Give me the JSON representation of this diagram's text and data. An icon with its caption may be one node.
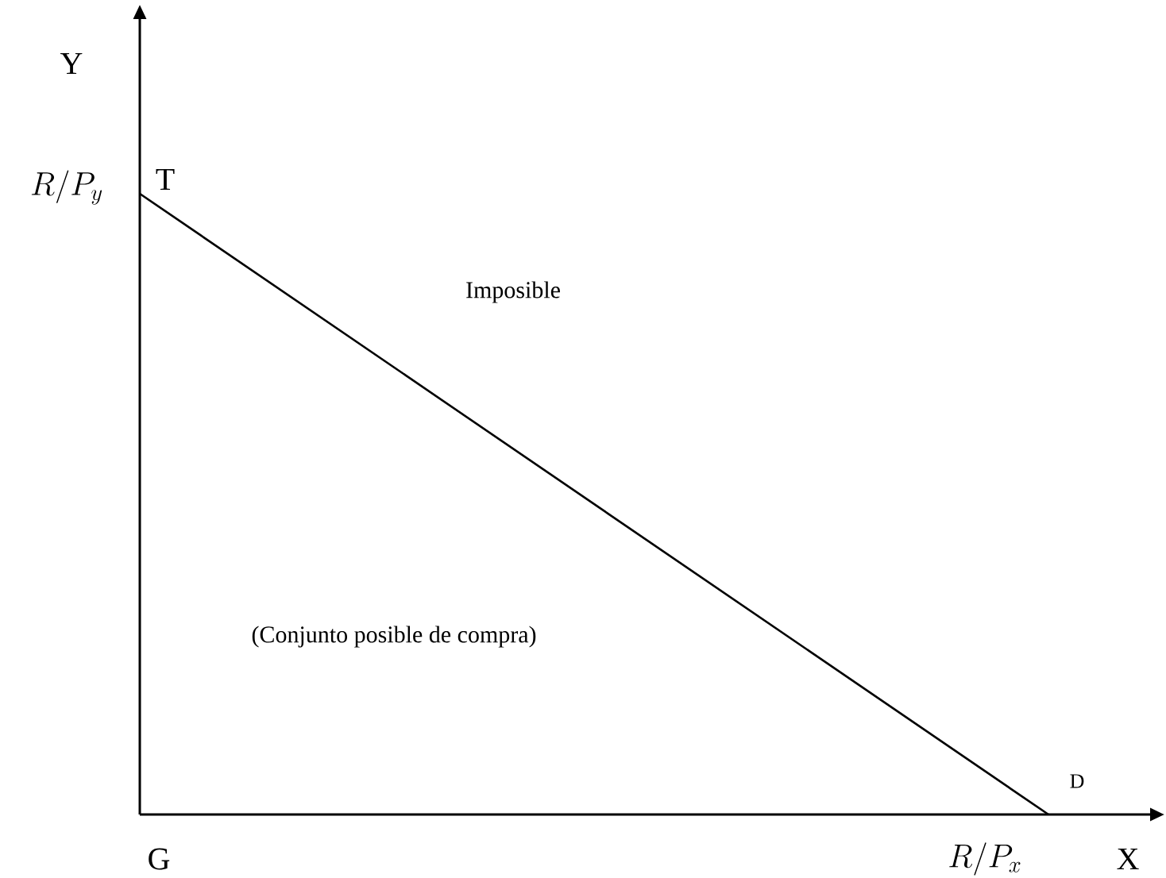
{
  "diagram": {
    "labels": [
      "Y",
      "R/P_y",
      "T",
      "Imposible",
      "(Conjunto posible de compra)",
      "D",
      "G",
      "R/P_x",
      "X"
    ]
  }
}
